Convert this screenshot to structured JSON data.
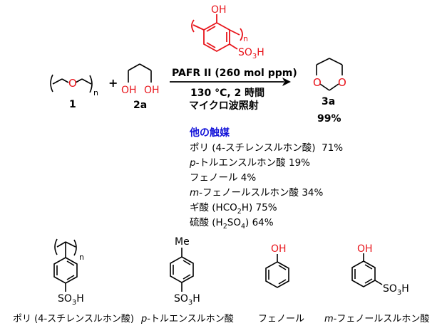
{
  "colors": {
    "red": "#e8141b",
    "blue": "#1414d9",
    "black": "#000000"
  },
  "scheme": {
    "catalyst_substituent_top": "OH",
    "catalyst_substituent_so3h_pre": "SO",
    "catalyst_substituent_so3h_sub": "3",
    "catalyst_substituent_so3h_post": "H",
    "catalyst_n": "n",
    "polymer_o": "O",
    "polymer_n": "n",
    "compound1_label": "1",
    "plus": "+",
    "diol_oh_left": "OH",
    "diol_oh_right": "OH",
    "compound2a_label": "2a",
    "arrow_top_text": "PAFR II (260 mol ppm)",
    "arrow_bottom_line1": "130 °C, 2 時間",
    "arrow_bottom_line2": "マイクロ波照射",
    "product_o_left": "O",
    "product_o_right": "O",
    "product_label": "3a",
    "product_yield": "99%"
  },
  "other_catalysts": {
    "heading": "他の触媒",
    "items": [
      {
        "italic": "",
        "text": "ポリ (4-スチレンスルホン酸)",
        "spacer": "  ",
        "value": "71%"
      },
      {
        "italic": "p",
        "text": "-トルエンスルホン酸 ",
        "value": "19%"
      },
      {
        "italic": "",
        "text": "フェノール ",
        "value": "4%"
      },
      {
        "italic": "m",
        "text": "-フェノールスルホン酸 ",
        "value": "34%"
      },
      {
        "italic": "",
        "text": "ギ酸 (HCO",
        "sub": "2",
        "text2": "H) ",
        "value": "75%"
      },
      {
        "italic": "",
        "text": "硫酸 (H",
        "sub": "2",
        "text2": "SO",
        "sub2": "4",
        "text3": ") ",
        "value": "64%"
      }
    ]
  },
  "structures": {
    "me": "Me",
    "oh": "OH",
    "so3h_pre": "SO",
    "so3h_sub": "3",
    "so3h_post": "H",
    "n": "n",
    "names": [
      {
        "italic": "",
        "text": "ポリ (4-スチレンスルホン酸)"
      },
      {
        "italic": "p",
        "text": "-トルエンスルホン酸"
      },
      {
        "italic": "",
        "text": "フェノール"
      },
      {
        "italic": "m",
        "text": "-フェノールスルホン酸"
      }
    ]
  }
}
